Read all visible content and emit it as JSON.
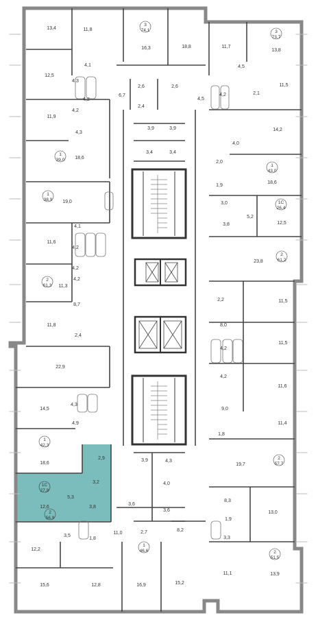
{
  "colors": {
    "wall": "#888888",
    "wall_dark": "#555555",
    "interior": "#444444",
    "highlight": "#7bbdbd",
    "text": "#333333"
  },
  "highlighted_apartment": {
    "type": "1С",
    "area": "27,8",
    "rooms": [
      "12,6",
      "5,3",
      "2,9",
      "3,2",
      "3,8"
    ]
  },
  "apartment_tags": [
    {
      "type": "3",
      "area": "74,1"
    },
    {
      "type": "3",
      "area": "73,7"
    },
    {
      "type": "1",
      "area": "39,0"
    },
    {
      "type": "1",
      "area": "43,0"
    },
    {
      "type": "1",
      "area": "38,9"
    },
    {
      "type": "1С",
      "area": "26,4"
    },
    {
      "type": "2",
      "area": "61,2"
    },
    {
      "type": "2",
      "area": "61,3"
    },
    {
      "type": "1",
      "area": "42,3"
    },
    {
      "type": "2",
      "area": "57,7"
    },
    {
      "type": "2",
      "area": "56,9"
    },
    {
      "type": "2",
      "area": "51,5"
    },
    {
      "type": "1",
      "area": "46,6"
    }
  ],
  "room_labels": [
    "13,4",
    "11,8",
    "16,3",
    "18,8",
    "11,7",
    "13,8",
    "4,1",
    "12,5",
    "4,3",
    "6,7",
    "2,6",
    "2,6",
    "4,5",
    "4,5",
    "11,5",
    "4,2",
    "2,4",
    "4,2",
    "2,1",
    "11,9",
    "4,2",
    "3,9",
    "3,9",
    "14,2",
    "4,3",
    "3,4",
    "3,4",
    "4,0",
    "18,6",
    "2,0",
    "18,6",
    "1,9",
    "19,0",
    "3,0",
    "5,2",
    "12,5",
    "3,8",
    "4,1",
    "11,6",
    "4,2",
    "23,8",
    "4,2",
    "11,3",
    "4,2",
    "2,2",
    "11,5",
    "8,7",
    "8,0",
    "11,8",
    "2,4",
    "11,5",
    "22,9",
    "4,2",
    "4,2",
    "11,6",
    "14,5",
    "4,3",
    "9,0",
    "4,9",
    "11,4",
    "1,8",
    "18,6",
    "3,9",
    "4,3",
    "19,7",
    "4,0",
    "3,6",
    "3,6",
    "8,3",
    "13,0",
    "1,9",
    "3,5",
    "1,8",
    "11,0",
    "2,7",
    "8,2",
    "3,3",
    "12,2",
    "16,9",
    "15,2",
    "11,1",
    "13,9",
    "15,6",
    "12,8"
  ]
}
